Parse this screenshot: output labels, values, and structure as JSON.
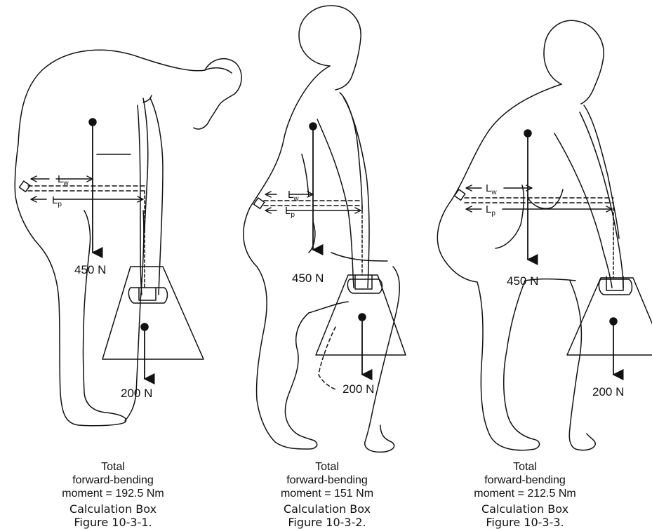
{
  "figures": [
    {
      "id": "10-3-1",
      "body_weight_label": "450 N",
      "load_label": "200 N",
      "lw_label": "L",
      "lw_sub": "w",
      "lp_label": "L",
      "lp_sub": "p",
      "caption_line1": "Total",
      "caption_line2": "forward-bending",
      "caption_line3": "moment = 192.5 Nm",
      "box_line1": "Calculation Box",
      "box_line2": "Figure 10-3-1."
    },
    {
      "id": "10-3-2",
      "body_weight_label": "450 N",
      "load_label": "200 N",
      "lw_label": "L",
      "lw_sub": "w",
      "lp_label": "L",
      "lp_sub": "p",
      "caption_line1": "Total",
      "caption_line2": "forward-bending",
      "caption_line3": "moment = 151 Nm",
      "box_line1": "Calculation Box",
      "box_line2": "Figure 10-3-2."
    },
    {
      "id": "10-3-3",
      "body_weight_label": "450 N",
      "load_label": "200 N",
      "lw_label": "L",
      "lw_sub": "w",
      "lp_label": "L",
      "lp_sub": "p",
      "caption_line1": "Total",
      "caption_line2": "forward-bending",
      "caption_line3": "moment = 212.5 Nm",
      "box_line1": "Calculation Box",
      "box_line2": "Figure 10-3-3."
    }
  ]
}
